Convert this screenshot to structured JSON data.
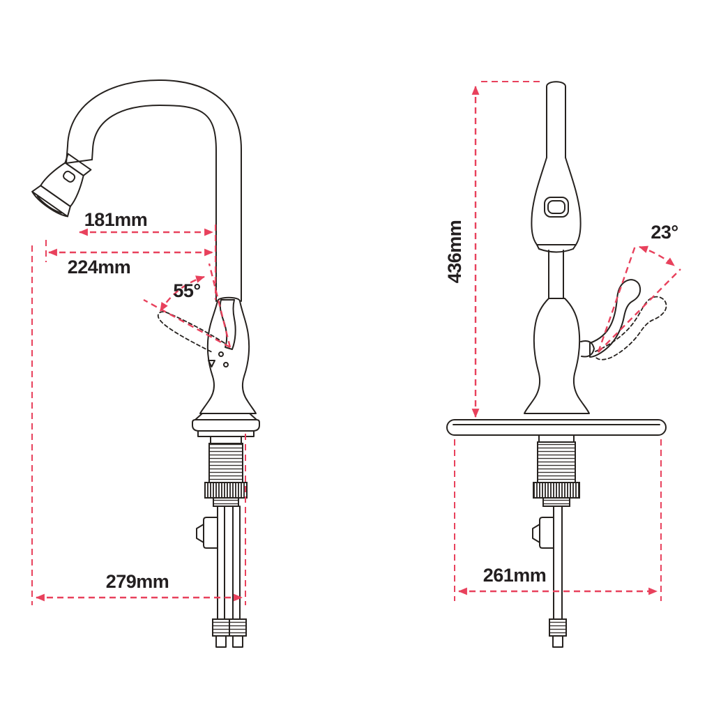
{
  "colors": {
    "dimension_line": "#E8415C",
    "drawing_line": "#26221F",
    "label_text": "#231F20"
  },
  "views": {
    "side": {
      "labels": {
        "reach_upper": "181mm",
        "reach_lower": "224mm",
        "handle_angle": "55°",
        "base_width": "279mm"
      }
    },
    "front": {
      "labels": {
        "height": "436mm",
        "handle_angle": "23°",
        "base_width": "261mm"
      }
    }
  }
}
